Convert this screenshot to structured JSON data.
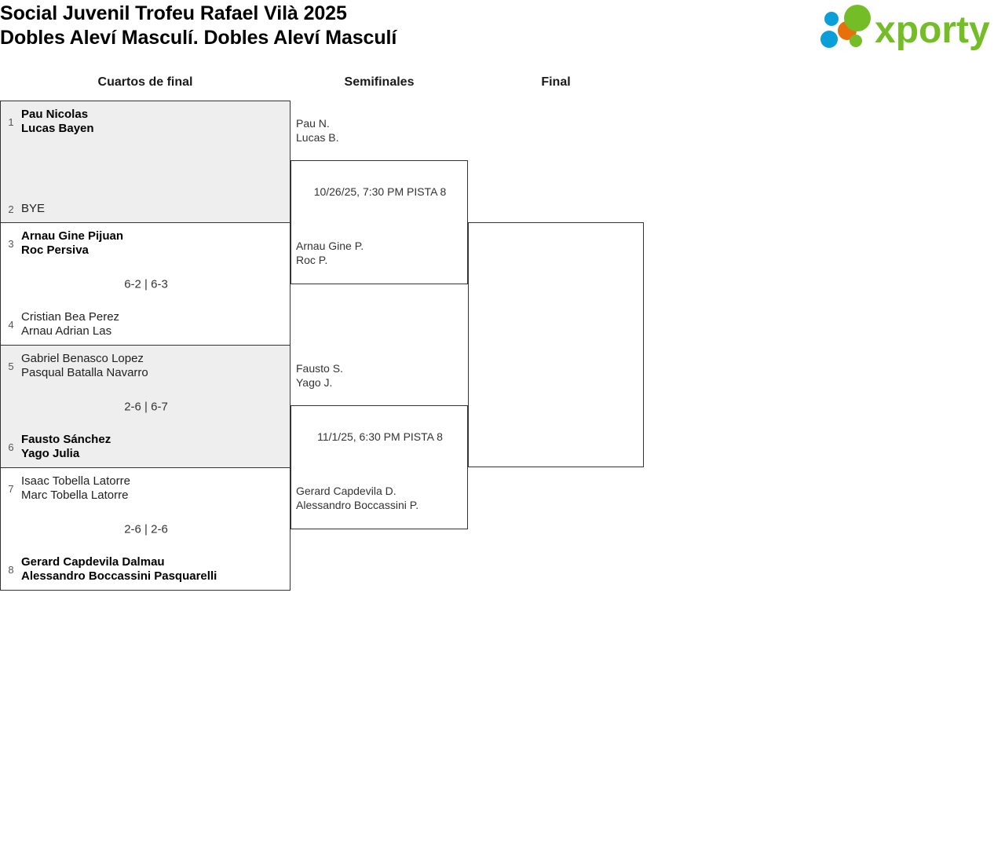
{
  "header": {
    "title_line1": "Social Juvenil Trofeu Rafael Vilà 2025",
    "title_line2": "Dobles Aleví Masculí. Dobles Aleví Masculí",
    "logo_text": "xporty",
    "logo_colors": {
      "green": "#74bd26",
      "orange": "#e8700a",
      "blue": "#0a9fd8"
    }
  },
  "rounds": [
    {
      "id": "quarterfinals",
      "label": "Cuartos de final"
    },
    {
      "id": "semifinals",
      "label": "Semifinales"
    },
    {
      "id": "final",
      "label": "Final"
    }
  ],
  "quarterfinals": [
    {
      "shaded": true,
      "top": {
        "seed": "1",
        "line1": "Pau Nicolas",
        "line2": "Lucas Bayen",
        "winner": true
      },
      "bottom": {
        "seed": "2",
        "line1": "BYE",
        "line2": "",
        "winner": false
      },
      "score": ""
    },
    {
      "shaded": false,
      "top": {
        "seed": "3",
        "line1": "Arnau Gine Pijuan",
        "line2": "Roc Persiva",
        "winner": true
      },
      "bottom": {
        "seed": "4",
        "line1": "Cristian Bea Perez",
        "line2": "Arnau Adrian Las",
        "winner": false
      },
      "score": "6-2 | 6-3"
    },
    {
      "shaded": true,
      "top": {
        "seed": "5",
        "line1": "Gabriel Benasco Lopez",
        "line2": "Pasqual Batalla Navarro",
        "winner": false
      },
      "bottom": {
        "seed": "6",
        "line1": "Fausto Sánchez",
        "line2": "Yago Julia",
        "winner": true
      },
      "score": "2-6 | 6-7"
    },
    {
      "shaded": false,
      "top": {
        "seed": "7",
        "line1": "Isaac Tobella Latorre",
        "line2": "Marc Tobella Latorre",
        "winner": false
      },
      "bottom": {
        "seed": "8",
        "line1": "Gerard Capdevila Dalmau",
        "line2": "Alessandro Boccassini Pasquarelli",
        "winner": true
      },
      "score": "2-6 | 2-6"
    }
  ],
  "semifinals": [
    {
      "top": {
        "line1": "Pau N.",
        "line2": "Lucas B."
      },
      "bottom": {
        "line1": "Arnau Gine P.",
        "line2": "Roc P."
      },
      "schedule": "10/26/25, 7:30 PM PISTA 8"
    },
    {
      "top": {
        "line1": "Fausto S.",
        "line2": "Yago J."
      },
      "bottom": {
        "line1": "Gerard Capdevila D.",
        "line2": "Alessandro Boccassini P."
      },
      "schedule": "11/1/25, 6:30 PM PISTA 8"
    }
  ],
  "final": {
    "top": {
      "line1": "",
      "line2": ""
    },
    "bottom": {
      "line1": "",
      "line2": ""
    },
    "schedule": ""
  }
}
